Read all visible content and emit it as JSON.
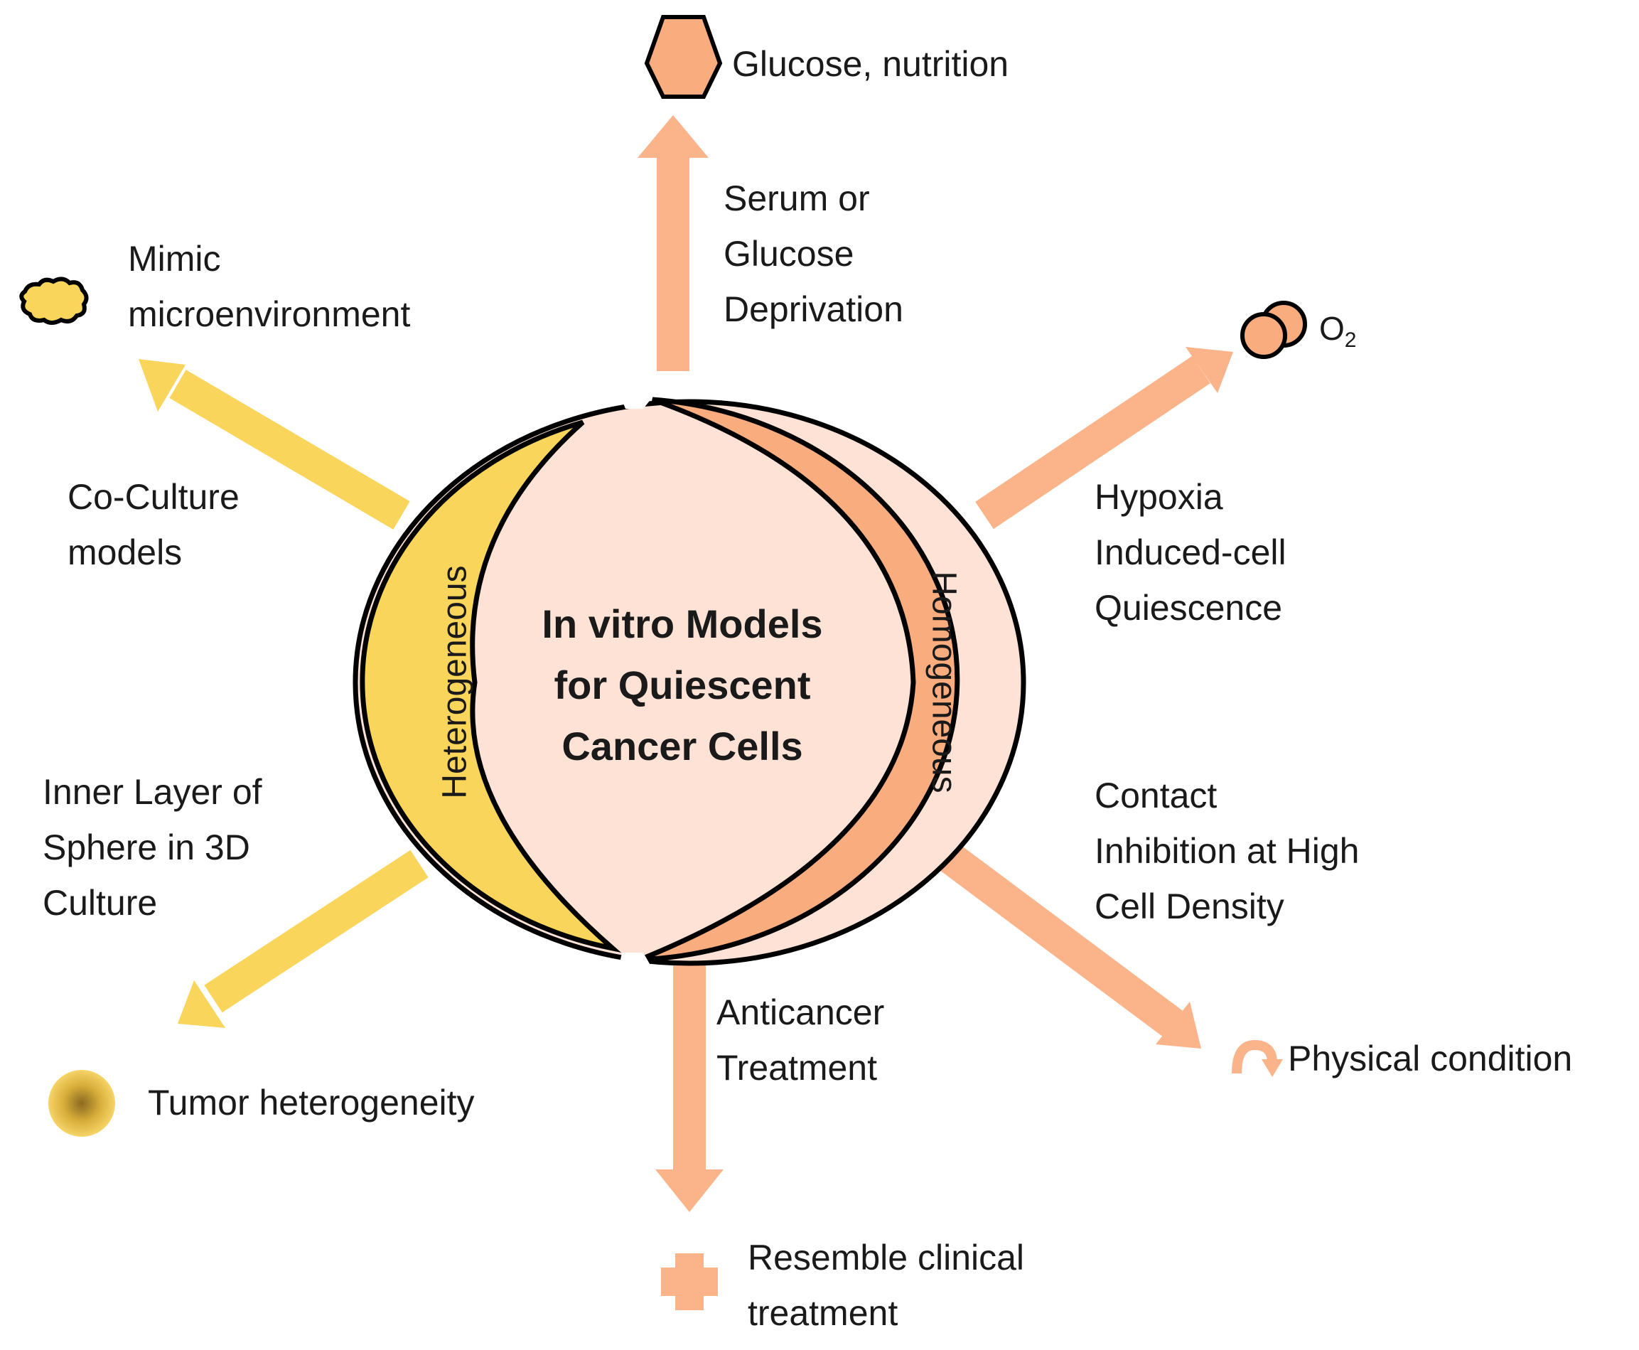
{
  "center": {
    "lines": [
      "In vitro Models",
      "for Quiescent",
      "Cancer Cells"
    ],
    "left_side": "Heterogeneous",
    "right_side": "Homogeneous"
  },
  "colors": {
    "yellow": "#f9d55b",
    "orange": "#f9ad7f",
    "arrow_orange": "#fbb48a",
    "center_fill": "#fde2d5",
    "outline": "#000000"
  },
  "nodes": {
    "top": {
      "icon": "hexagon-icon",
      "outcome": "Glucose, nutrition",
      "method": [
        "Serum or",
        "Glucose",
        "Deprivation"
      ]
    },
    "upper_right": {
      "icon": "oxygen-molecule-icon",
      "outcome_main": "O",
      "outcome_sub": "2",
      "method": [
        "Hypoxia",
        "Induced-cell",
        "Quiescence"
      ]
    },
    "lower_right": {
      "icon": "curved-arrow-icon",
      "outcome": "Physical condition",
      "method": [
        "Contact",
        "Inhibition at High",
        "Cell Density"
      ]
    },
    "bottom": {
      "icon": "cross-icon",
      "outcome": [
        "Resemble clinical",
        "treatment"
      ],
      "method": [
        "Anticancer",
        "Treatment"
      ]
    },
    "lower_left": {
      "icon": "tumor-sphere-icon",
      "outcome": "Tumor heterogeneity",
      "method": [
        "Inner Layer of",
        "Sphere in 3D",
        "Culture"
      ]
    },
    "upper_left": {
      "icon": "cell-cluster-icon",
      "outcome": [
        "Mimic",
        "microenvironment"
      ],
      "method": [
        "Co-Culture",
        "models"
      ]
    }
  }
}
